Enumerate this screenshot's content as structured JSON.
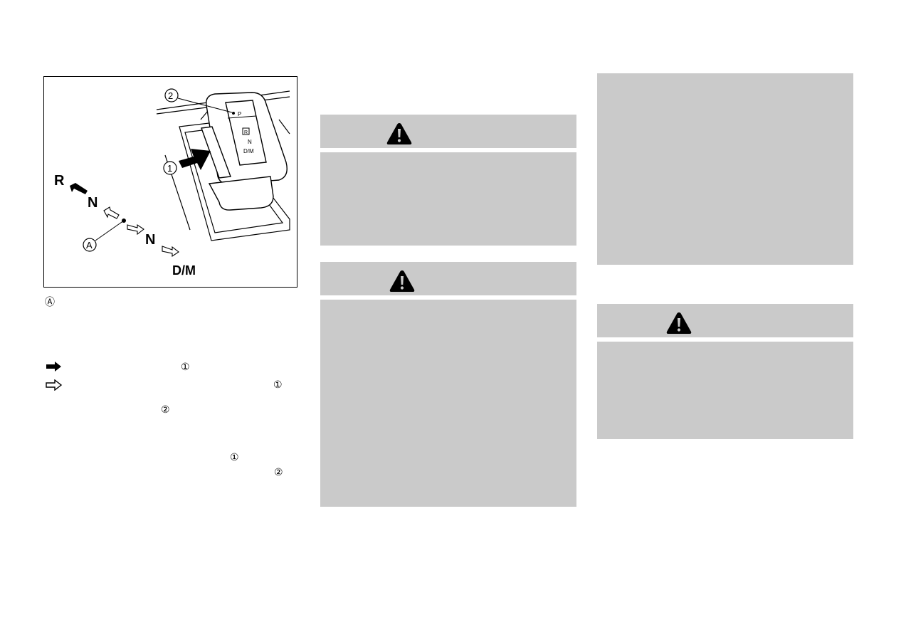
{
  "figure": {
    "labels": {
      "r": "R",
      "n_upper": "N",
      "n_lower": "N",
      "dm": "D/M",
      "callout_a": "A",
      "callout_1": "1",
      "callout_2": "2",
      "gate_p": "P",
      "gate_r": "R",
      "gate_n": "N",
      "gate_dm": "D/M"
    }
  },
  "caption": {
    "marker": "Ⓐ"
  },
  "legend": {
    "solid_arrow": {
      "icon": "solid-arrow-icon",
      "ref": "①"
    },
    "outline_arrow": {
      "icon": "outline-arrow-icon",
      "ref": "①",
      "ref2": "②"
    }
  },
  "note": {
    "ref1": "①",
    "ref2": "②"
  },
  "colors": {
    "panel": "#cacaca",
    "ink": "#000000"
  }
}
